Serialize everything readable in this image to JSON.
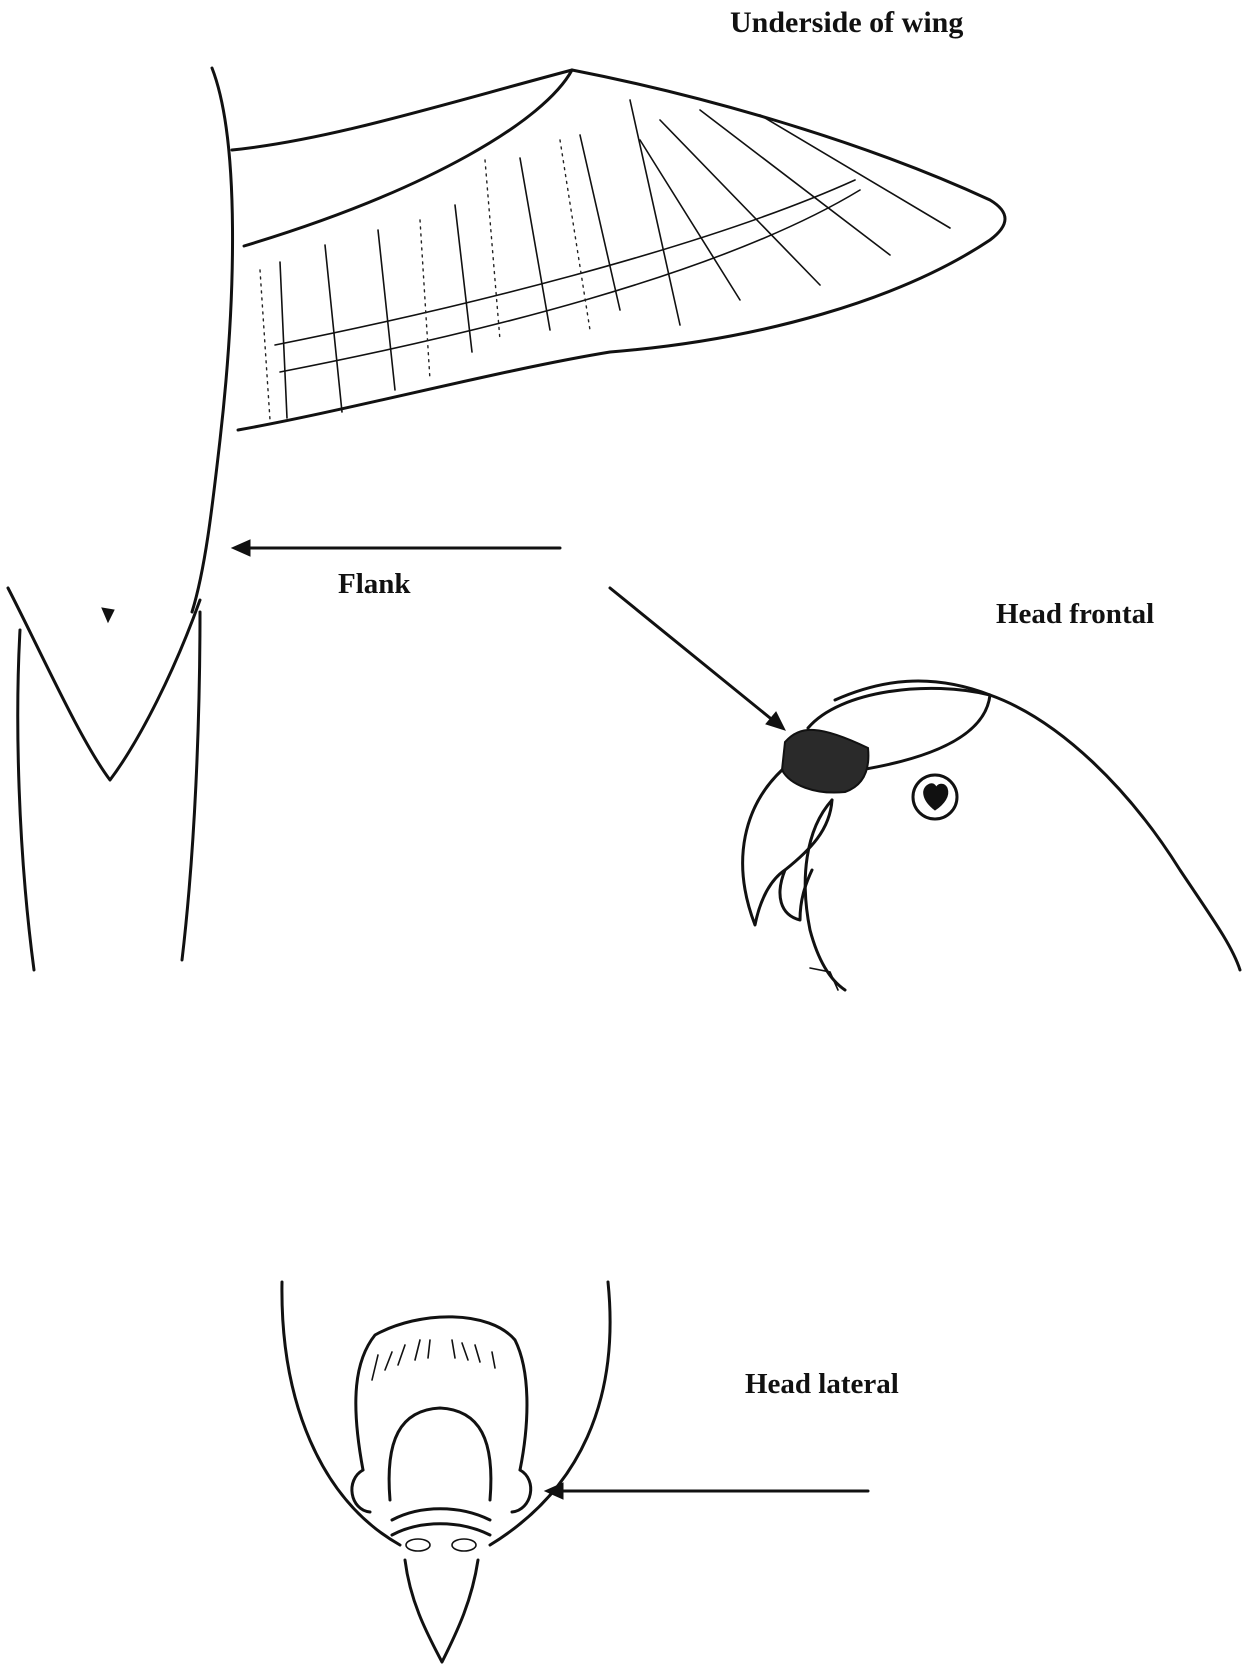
{
  "labels": {
    "underside_of_wing": "Underside of wing",
    "flank": "Flank",
    "head_frontal": "Head frontal",
    "head_lateral": "Head lateral"
  },
  "colors": {
    "ink": "#111111",
    "background": "#ffffff",
    "forehead_band": "#2a2a2a"
  }
}
